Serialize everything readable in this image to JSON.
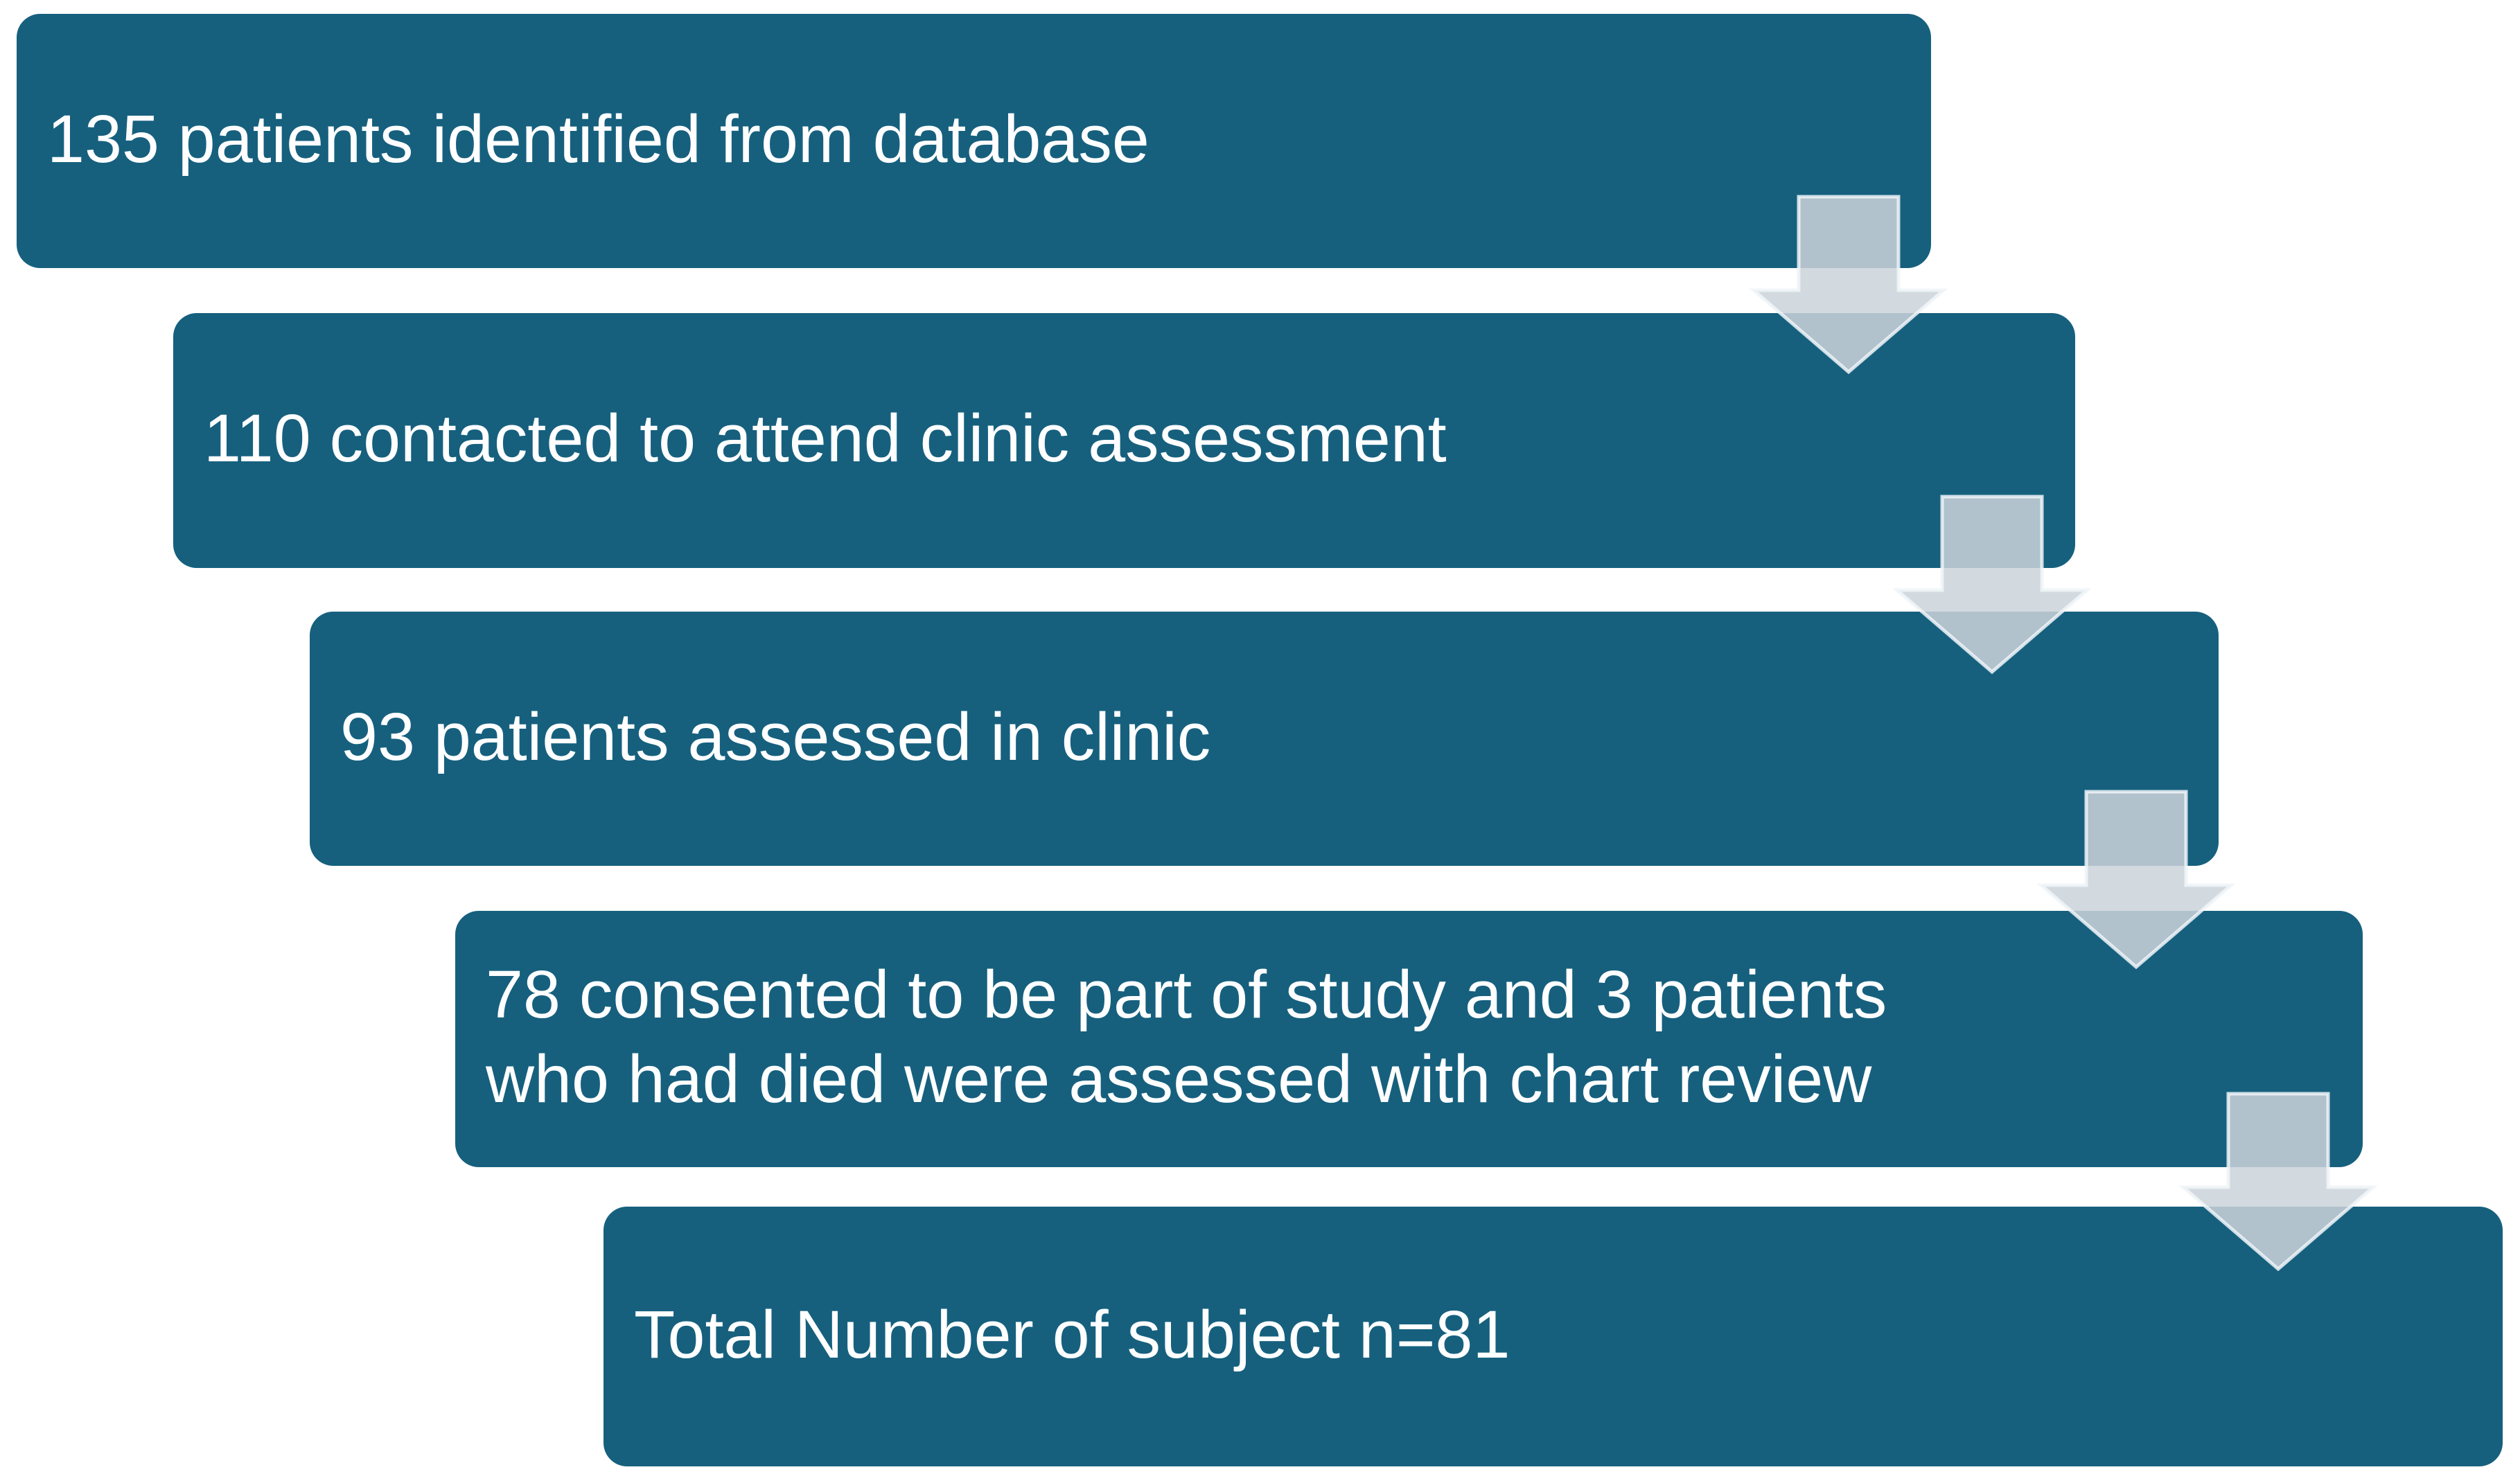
{
  "diagram": {
    "type": "flowchart",
    "description": "Patient recruitment flow diagram with five sequential steps connected by downward arrows",
    "colors": {
      "background": "#FFFFFF",
      "box_fill": "#16607E",
      "box_text": "#FFFFFF",
      "arrow_fill": "#CBD3DA",
      "arrow_outline": "#EEF2F5"
    },
    "steps": [
      {
        "label": "135 patients identified from database",
        "lines": [
          "135 patients identified from database"
        ]
      },
      {
        "label": "110 contacted to attend clinic assessment",
        "lines": [
          "110 contacted to attend clinic assessment"
        ]
      },
      {
        "label": "93 patients assessed in clinic",
        "lines": [
          "93 patients assessed in clinic"
        ]
      },
      {
        "label": "78 consented to be part of study and 3 patients who had died were assessed with chart review",
        "lines": [
          "78 consented to be part of study and 3 patients",
          "who had died were assessed with chart review"
        ]
      },
      {
        "label": "Total Number of subject n=81",
        "lines": [
          "Total Number of subject n=81"
        ]
      }
    ],
    "counts": {
      "identified_from_database": 135,
      "contacted_for_assessment": 110,
      "assessed_in_clinic": 93,
      "consented": 78,
      "assessed_by_chart_review": 3,
      "total_subjects": 81
    },
    "connectors": [
      {
        "icon": "down-arrow",
        "from_step": 1,
        "to_step": 2
      },
      {
        "icon": "down-arrow",
        "from_step": 2,
        "to_step": 3
      },
      {
        "icon": "down-arrow",
        "from_step": 3,
        "to_step": 4
      },
      {
        "icon": "down-arrow",
        "from_step": 4,
        "to_step": 5
      }
    ]
  }
}
